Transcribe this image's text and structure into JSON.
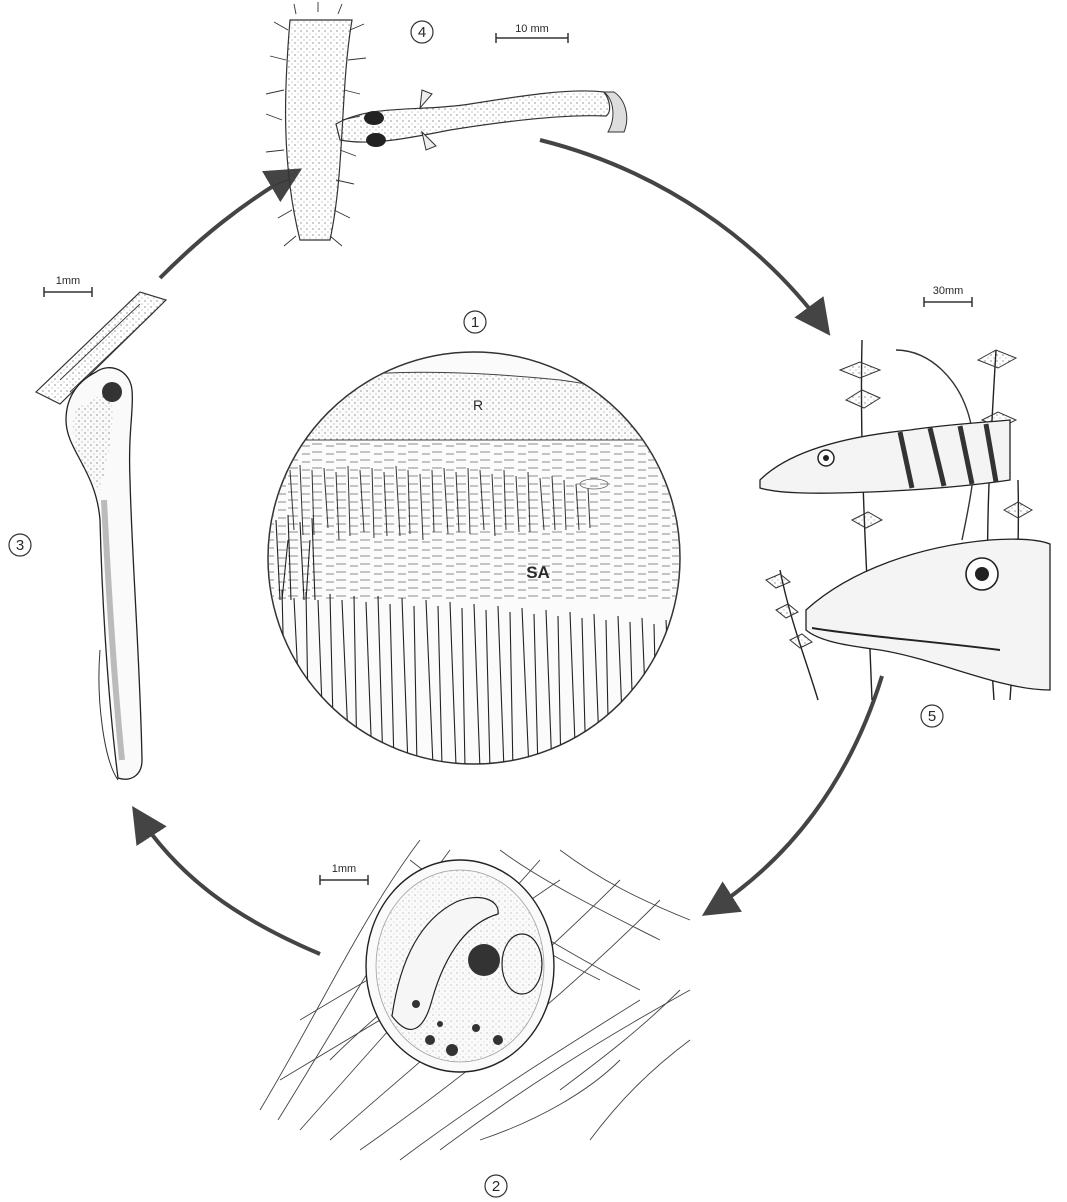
{
  "stages": [
    {
      "id": "1",
      "label": "1"
    },
    {
      "id": "2",
      "label": "2"
    },
    {
      "id": "3",
      "label": "3"
    },
    {
      "id": "4",
      "label": "4"
    },
    {
      "id": "5",
      "label": "5"
    }
  ],
  "scale_bars": {
    "stage4": "10 mm",
    "stage5": "30mm",
    "stage3": "1mm",
    "stage2": "1mm"
  },
  "habitat": {
    "label_r": "R",
    "label_sa": "SA"
  },
  "colors": {
    "ink": "#2a2a2a",
    "paper": "#ffffff"
  }
}
